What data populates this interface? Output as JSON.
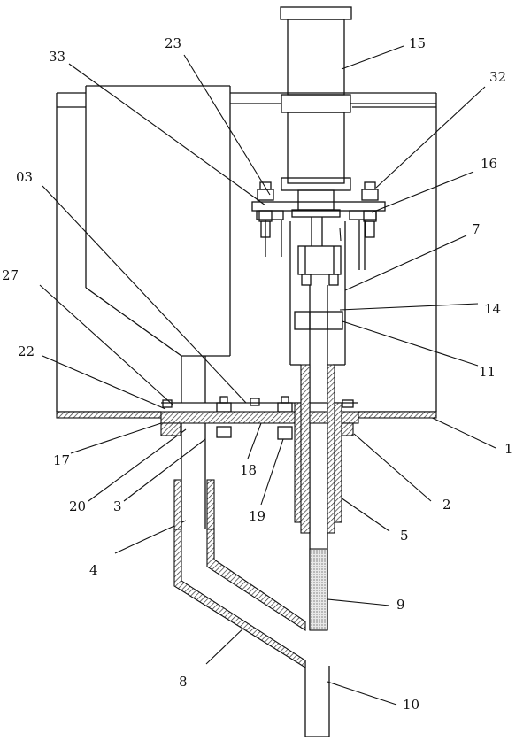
{
  "colors": {
    "stroke": "#111111",
    "hatch": "#333333",
    "background": "#ffffff"
  },
  "labels": {
    "l15": "15",
    "l23": "23",
    "l33": "33",
    "l32": "32",
    "l16": "16",
    "l03": "03",
    "l7": "7",
    "l27": "27",
    "l14": "14",
    "l22": "22",
    "l11": "11",
    "l1": "1",
    "l17": "17",
    "l18": "18",
    "l2": "2",
    "l20": "20",
    "l3": "3",
    "l19": "19",
    "l5": "5",
    "l4": "4",
    "l9": "9",
    "l8": "8",
    "l10": "10"
  }
}
